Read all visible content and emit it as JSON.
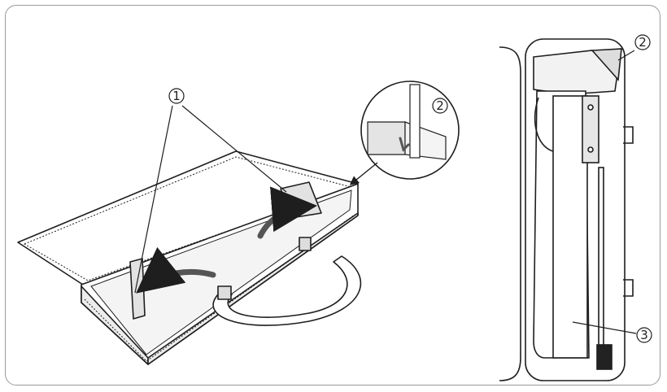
{
  "callouts": {
    "one": "1",
    "two": "2",
    "two_right": "2",
    "three": "3"
  },
  "colors": {
    "line": "#1e1e1e",
    "frame": "#9a9a9a",
    "shade": "#d9d9d9",
    "arrow": "#555555"
  },
  "icons": [
    "curved-arrow-icon",
    "pointer-arrow-icon"
  ]
}
